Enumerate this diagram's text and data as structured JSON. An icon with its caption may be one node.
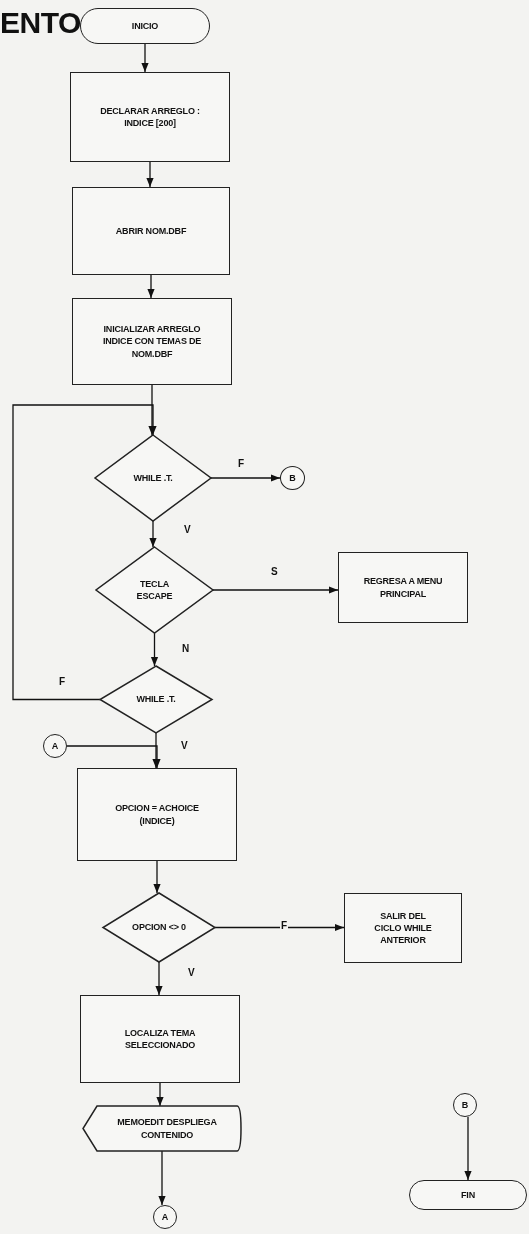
{
  "diagram": {
    "title": "ENTO",
    "nodes": [
      {
        "text": [
          "INICIO"
        ]
      },
      {
        "text": [
          "DECLARAR ARREGLO : INDICE [200]"
        ]
      },
      {
        "text": [
          "ABRIR NOM.DBF"
        ]
      },
      {
        "text": [
          "INICIALIZAR ARREGLO INDICE CON TEMAS DE NOM.DBF"
        ]
      },
      {
        "text": [
          "WHILE .T."
        ]
      },
      {
        "text": [
          "B"
        ]
      },
      {
        "text": [
          "TECLA ESCAPE"
        ]
      },
      {
        "text": [
          "REGRESA A MENU PRINCIPAL"
        ]
      },
      {
        "text": [
          "WHILE .T."
        ]
      },
      {
        "text": [
          "A"
        ]
      },
      {
        "text": [
          "OPCION = ACHOICE (INDICE)"
        ]
      },
      {
        "text": [
          "OPCION <> 0"
        ]
      },
      {
        "text": [
          "SALIR DEL CICLO WHILE ANTERIOR"
        ]
      },
      {
        "text": [
          "LOCALIZA TEMA SELECCIONADO"
        ]
      },
      {
        "text": [
          "MEMOEDIT DESPLIEGA CONTENIDO"
        ]
      },
      {
        "text": [
          "A"
        ]
      },
      {
        "text": [
          "B"
        ]
      },
      {
        "text": [
          "FIN"
        ]
      }
    ],
    "edges": [
      {
        "from": 0,
        "to": 1,
        "arrow": "to"
      },
      {
        "from": 1,
        "to": 2,
        "arrow": "to"
      },
      {
        "from": 2,
        "to": 3,
        "arrow": "to"
      },
      {
        "from": 3,
        "to": 4,
        "arrow": "to"
      },
      {
        "from": 4,
        "to": 5,
        "arrow": "to",
        "label": "F"
      },
      {
        "from": 4,
        "to": 6,
        "arrow": "to",
        "label": "V"
      },
      {
        "from": 6,
        "to": 7,
        "arrow": "to",
        "label": "S"
      },
      {
        "from": 6,
        "to": 8,
        "arrow": "to",
        "label": "N"
      },
      {
        "from": 8,
        "to": 4,
        "arrow": "to",
        "label": "F"
      },
      {
        "from": 8,
        "to": 10,
        "arrow": "to",
        "label": "V"
      },
      {
        "from": 9,
        "to": 10,
        "arrow": "to"
      },
      {
        "from": 10,
        "to": 11,
        "arrow": "to"
      },
      {
        "from": 11,
        "to": 12,
        "arrow": "to",
        "label": "F"
      },
      {
        "from": 11,
        "to": 13,
        "arrow": "to",
        "label": "V"
      },
      {
        "from": 13,
        "to": 14,
        "arrow": "to"
      },
      {
        "from": 14,
        "to": 15,
        "arrow": "to"
      },
      {
        "from": 16,
        "to": 17,
        "arrow": "to"
      }
    ]
  }
}
